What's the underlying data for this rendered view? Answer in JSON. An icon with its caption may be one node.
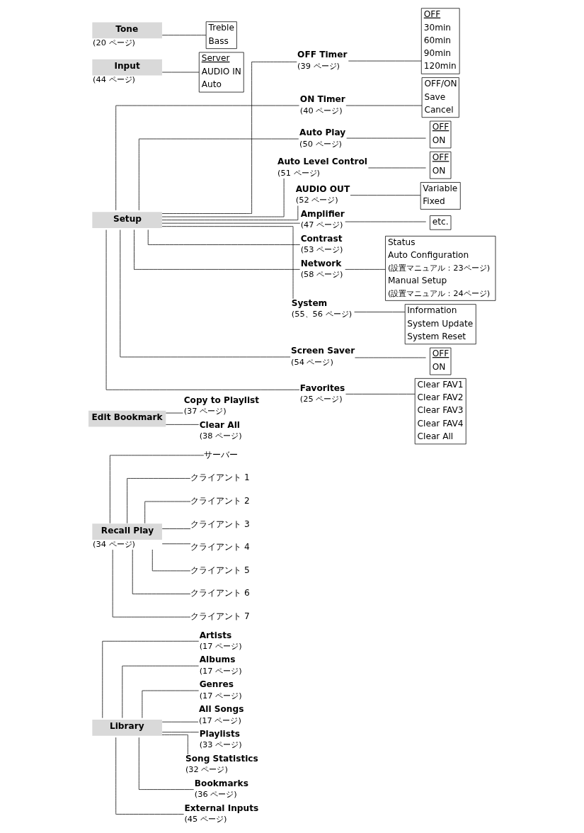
{
  "diagram": {
    "nodes": [
      {
        "text": [
          "Library"
        ]
      },
      {
        "text": [
          "Artists",
          "(17 ページ)"
        ]
      },
      {
        "text": [
          "Albums",
          "(17 ページ)"
        ]
      },
      {
        "text": [
          "Genres",
          "(17 ページ)"
        ]
      },
      {
        "text": [
          "All Songs",
          "(17 ページ)"
        ]
      },
      {
        "text": [
          "Playlists",
          "(33 ページ)"
        ]
      },
      {
        "text": [
          "Song Statistics",
          "(32 ページ)"
        ]
      },
      {
        "text": [
          "Bookmarks",
          "(36 ページ)"
        ]
      },
      {
        "text": [
          "External Inputs",
          "(45 ページ)"
        ]
      },
      {
        "text": [
          "Recall Play"
        ],
        "beside": [
          "(34 ページ)"
        ]
      },
      {
        "text": [
          "サーバー"
        ]
      },
      {
        "text": [
          "クライアント 1"
        ]
      },
      {
        "text": [
          "クライアント 2"
        ]
      },
      {
        "text": [
          "クライアント 3"
        ]
      },
      {
        "text": [
          "クライアント 4"
        ]
      },
      {
        "text": [
          "クライアント 5"
        ]
      },
      {
        "text": [
          "クライアント 6"
        ]
      },
      {
        "text": [
          "クライアント 7"
        ]
      },
      {
        "text": [
          "Edit Bookmark"
        ]
      },
      {
        "text": [
          "Copy to Playlist",
          "(37 ページ)"
        ]
      },
      {
        "text": [
          "Clear All",
          "(38 ページ)"
        ]
      },
      {
        "text": [
          "Setup"
        ]
      },
      {
        "text": [
          "OFF Timer",
          "(39 ページ)"
        ]
      },
      {
        "text": [
          "OFF",
          "30min",
          "60min",
          "90min",
          "120min"
        ]
      },
      {
        "text": [
          "ON Timer",
          "(40 ページ)"
        ]
      },
      {
        "text": [
          "OFF/ON",
          "Save",
          "Cancel"
        ]
      },
      {
        "text": [
          "Auto Play",
          "(50 ページ)"
        ]
      },
      {
        "text": [
          "OFF",
          "ON"
        ]
      },
      {
        "text": [
          "Auto Level Control",
          "(51 ページ)"
        ]
      },
      {
        "text": [
          "OFF",
          "ON"
        ]
      },
      {
        "text": [
          "AUDIO OUT",
          "(52 ページ)"
        ]
      },
      {
        "text": [
          "Variable",
          "Fixed"
        ]
      },
      {
        "text": [
          "Amplifier",
          "(47 ページ)"
        ]
      },
      {
        "text": [
          "etc."
        ]
      },
      {
        "text": [
          "Contrast",
          "(53 ページ)"
        ]
      },
      {
        "text": [
          "Network",
          "(58 ページ)"
        ]
      },
      {
        "text": [
          "Status",
          "Auto Configuration",
          "(設置マニュアル：23ページ)",
          "Manual Setup",
          "(設置マニュアル：24ページ)"
        ]
      },
      {
        "text": [
          "System",
          "(55、56 ページ)"
        ]
      },
      {
        "text": [
          "Information",
          "System Update",
          "System Reset"
        ]
      },
      {
        "text": [
          "Screen Saver",
          "(54 ページ)"
        ]
      },
      {
        "text": [
          "OFF",
          "ON"
        ]
      },
      {
        "text": [
          "Favorites",
          "(25 ページ)"
        ]
      },
      {
        "text": [
          "Clear FAV1",
          "Clear FAV2",
          "Clear FAV3",
          "Clear FAV4",
          "Clear All"
        ]
      },
      {
        "text": [
          "Input"
        ],
        "beside": [
          "(44 ページ)"
        ]
      },
      {
        "text": [
          "Server",
          "AUDIO IN",
          "Auto"
        ]
      },
      {
        "text": [
          "Tone"
        ],
        "beside": [
          "(20 ページ)"
        ]
      },
      {
        "text": [
          "Treble",
          "Bass"
        ]
      }
    ],
    "edges": [
      {
        "from": 0,
        "to": 1,
        "arrow": "none"
      },
      {
        "from": 0,
        "to": 2,
        "arrow": "none"
      },
      {
        "from": 0,
        "to": 3,
        "arrow": "none"
      },
      {
        "from": 0,
        "to": 4,
        "arrow": "none"
      },
      {
        "from": 0,
        "to": 5,
        "arrow": "none"
      },
      {
        "from": 0,
        "to": 6,
        "arrow": "none"
      },
      {
        "from": 0,
        "to": 7,
        "arrow": "none"
      },
      {
        "from": 0,
        "to": 8,
        "arrow": "none"
      },
      {
        "from": 9,
        "to": 10,
        "arrow": "none"
      },
      {
        "from": 9,
        "to": 11,
        "arrow": "none"
      },
      {
        "from": 9,
        "to": 12,
        "arrow": "none"
      },
      {
        "from": 9,
        "to": 13,
        "arrow": "none"
      },
      {
        "from": 9,
        "to": 14,
        "arrow": "none"
      },
      {
        "from": 9,
        "to": 15,
        "arrow": "none"
      },
      {
        "from": 9,
        "to": 16,
        "arrow": "none"
      },
      {
        "from": 9,
        "to": 17,
        "arrow": "none"
      },
      {
        "from": 18,
        "to": 19,
        "arrow": "none"
      },
      {
        "from": 18,
        "to": 20,
        "arrow": "none"
      },
      {
        "from": 21,
        "to": 22,
        "arrow": "none"
      },
      {
        "from": 21,
        "to": 24,
        "arrow": "none"
      },
      {
        "from": 21,
        "to": 26,
        "arrow": "none"
      },
      {
        "from": 21,
        "to": 28,
        "arrow": "none"
      },
      {
        "from": 21,
        "to": 30,
        "arrow": "none"
      },
      {
        "from": 21,
        "to": 32,
        "arrow": "none"
      },
      {
        "from": 21,
        "to": 34,
        "arrow": "none"
      },
      {
        "from": 21,
        "to": 35,
        "arrow": "none"
      },
      {
        "from": 21,
        "to": 37,
        "arrow": "none"
      },
      {
        "from": 21,
        "to": 39,
        "arrow": "none"
      },
      {
        "from": 21,
        "to": 41,
        "arrow": "none"
      },
      {
        "from": 22,
        "to": 23,
        "arrow": "none"
      },
      {
        "from": 24,
        "to": 25,
        "arrow": "none"
      },
      {
        "from": 26,
        "to": 27,
        "arrow": "none"
      },
      {
        "from": 28,
        "to": 29,
        "arrow": "none"
      },
      {
        "from": 30,
        "to": 31,
        "arrow": "none"
      },
      {
        "from": 32,
        "to": 33,
        "arrow": "none"
      },
      {
        "from": 35,
        "to": 36,
        "arrow": "none"
      },
      {
        "from": 37,
        "to": 38,
        "arrow": "none"
      },
      {
        "from": 39,
        "to": 40,
        "arrow": "none"
      },
      {
        "from": 41,
        "to": 42,
        "arrow": "none"
      },
      {
        "from": 43,
        "to": 44,
        "arrow": "none"
      },
      {
        "from": 45,
        "to": 46,
        "arrow": "none"
      }
    ]
  }
}
